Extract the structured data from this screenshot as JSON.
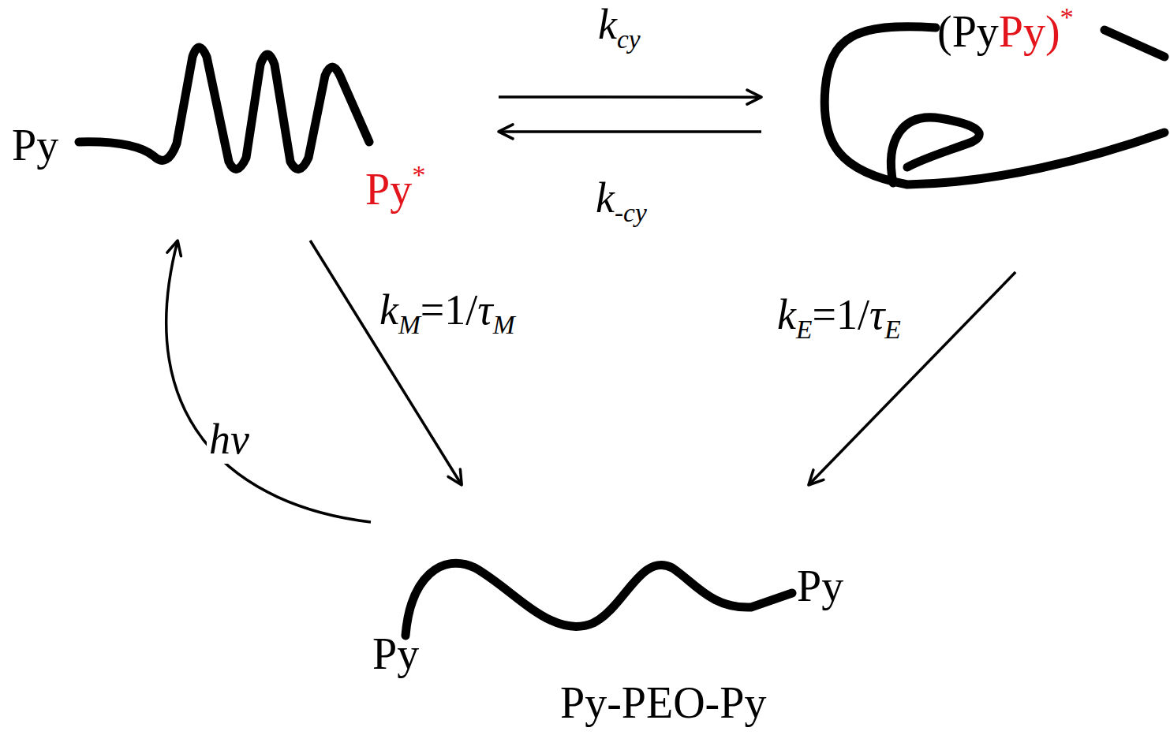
{
  "diagram": {
    "nodes": [
      {
        "text": [
          "Py",
          "Py*"
        ]
      },
      {
        "text": [
          "(PyPy)*"
        ]
      },
      {
        "text": [
          "Py",
          "Py",
          "Py-PEO-Py"
        ]
      }
    ],
    "edges": [
      {
        "from": 0,
        "to": 1,
        "arrow": "to",
        "label": "kcy"
      },
      {
        "from": 1,
        "to": 0,
        "arrow": "to",
        "label": "k-cy"
      },
      {
        "from": 0,
        "to": 2,
        "arrow": "to",
        "label": "kM=1/τM"
      },
      {
        "from": 1,
        "to": 2,
        "arrow": "to",
        "label": "kE=1/τE"
      },
      {
        "from": 2,
        "to": 0,
        "arrow": "to",
        "label": "hv"
      }
    ]
  }
}
